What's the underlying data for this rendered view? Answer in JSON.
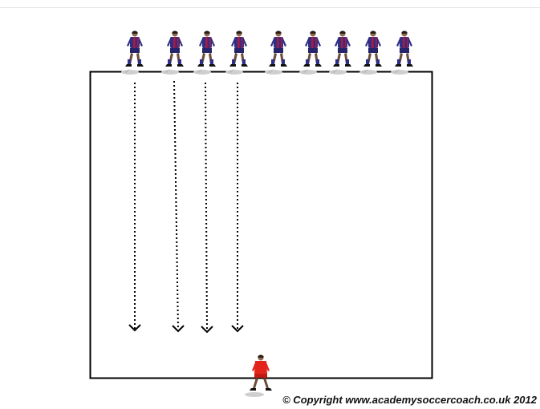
{
  "diagram": {
    "attacker_team": {
      "shirt_color": "#2e2f86",
      "stripe_color": "#b3183a",
      "count": 9
    },
    "defender": {
      "shirt_color": "#e3241b",
      "shorts_color": "#e3241b"
    },
    "pitch": {
      "line_color": "#000000",
      "background": "#ffffff"
    },
    "run_arrows": {
      "count": 4,
      "style": "dotted",
      "color": "#000000"
    }
  },
  "footer": {
    "copyright": "© Copyright www.academysoccercoach.co.uk 2012"
  }
}
